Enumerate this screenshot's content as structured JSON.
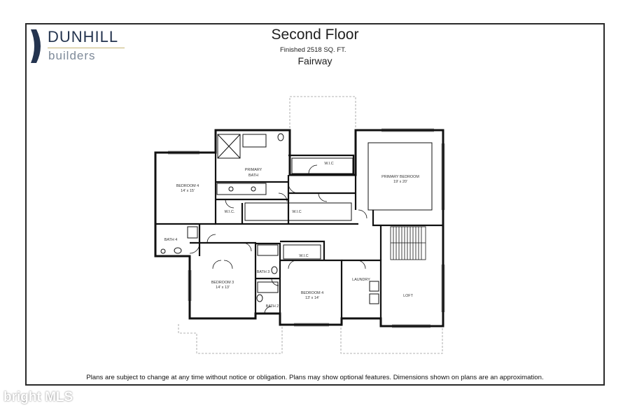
{
  "branding": {
    "company_line1": "DUNHILL",
    "company_line2": "builders",
    "watermark": "bright MLS"
  },
  "header": {
    "title": "Second Floor",
    "subtitle": "Finished 2518 SQ. FT.",
    "model_name": "Fairway"
  },
  "rooms": {
    "primary_bath": [
      "PRIMARY",
      "BATH"
    ],
    "primary_bedroom": [
      "PRIMARY BEDROOM",
      "19' x 20'"
    ],
    "bedroom_left": [
      "BEDROOM 4",
      "14' x 15'"
    ],
    "bath4": "BATH 4",
    "wic_left": "W.I.C.",
    "wic_center": "W.I.C",
    "wic_primary": "W.I.C",
    "wic_bed4": "W.I.C",
    "bedroom3": [
      "BEDROOM 3",
      "14' x 13'"
    ],
    "bath3": "BATH 3",
    "bath2": "BATH 2",
    "bedroom_center": [
      "BEDROOM 4",
      "13' x 14'"
    ],
    "laundry": "LAUNDRY",
    "loft": "LOFT"
  },
  "footer": {
    "disclaimer": "Plans are subject to change at any time without notice or obligation. Plans may show optional features. Dimensions shown on plans are an approximation."
  }
}
